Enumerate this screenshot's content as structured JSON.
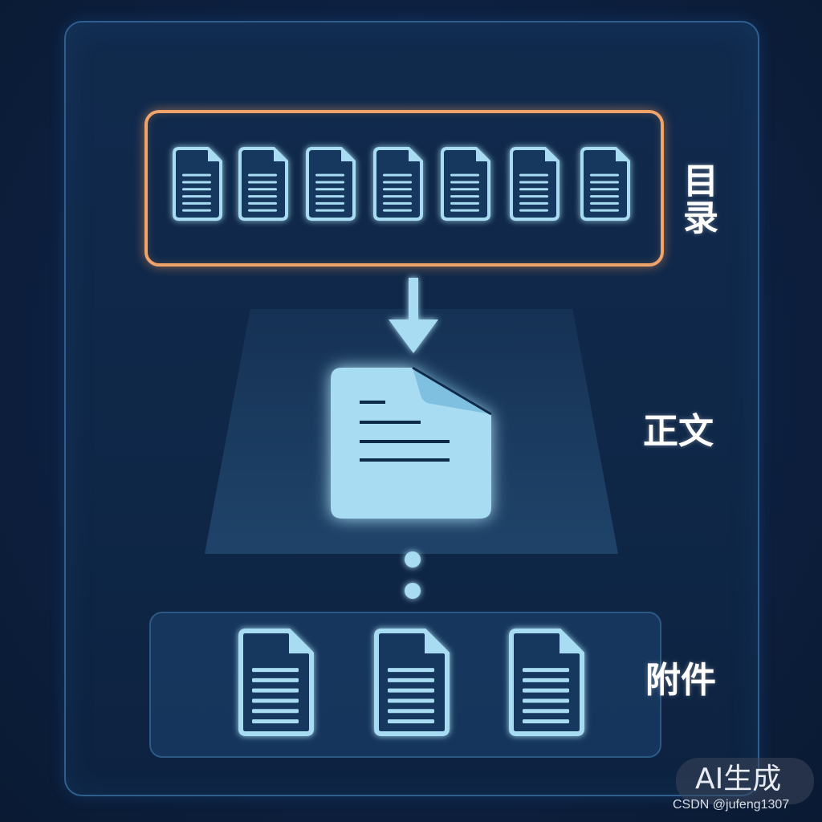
{
  "labels": {
    "toc": "目录",
    "body": "正文",
    "attachments": "附件"
  },
  "watermark": {
    "badge": "AI生成",
    "credit": "CSDN @jufeng1307"
  },
  "icons": {
    "toc_documents": [
      "document-icon",
      "document-icon",
      "document-icon",
      "document-icon",
      "document-icon",
      "document-icon",
      "document-icon"
    ],
    "main_document": "document-icon",
    "flow_arrow": "arrow-down-icon",
    "connector": "dots-icon",
    "attachment_documents": [
      "document-icon",
      "document-icon",
      "document-icon"
    ]
  },
  "colors": {
    "background": "#0d2040",
    "panel_border": "#2f5f8f",
    "toc_border": "#f0a46a",
    "icon": "#a8dcf2",
    "icon_lines": "#0f2a48",
    "label": "#ffffff"
  }
}
